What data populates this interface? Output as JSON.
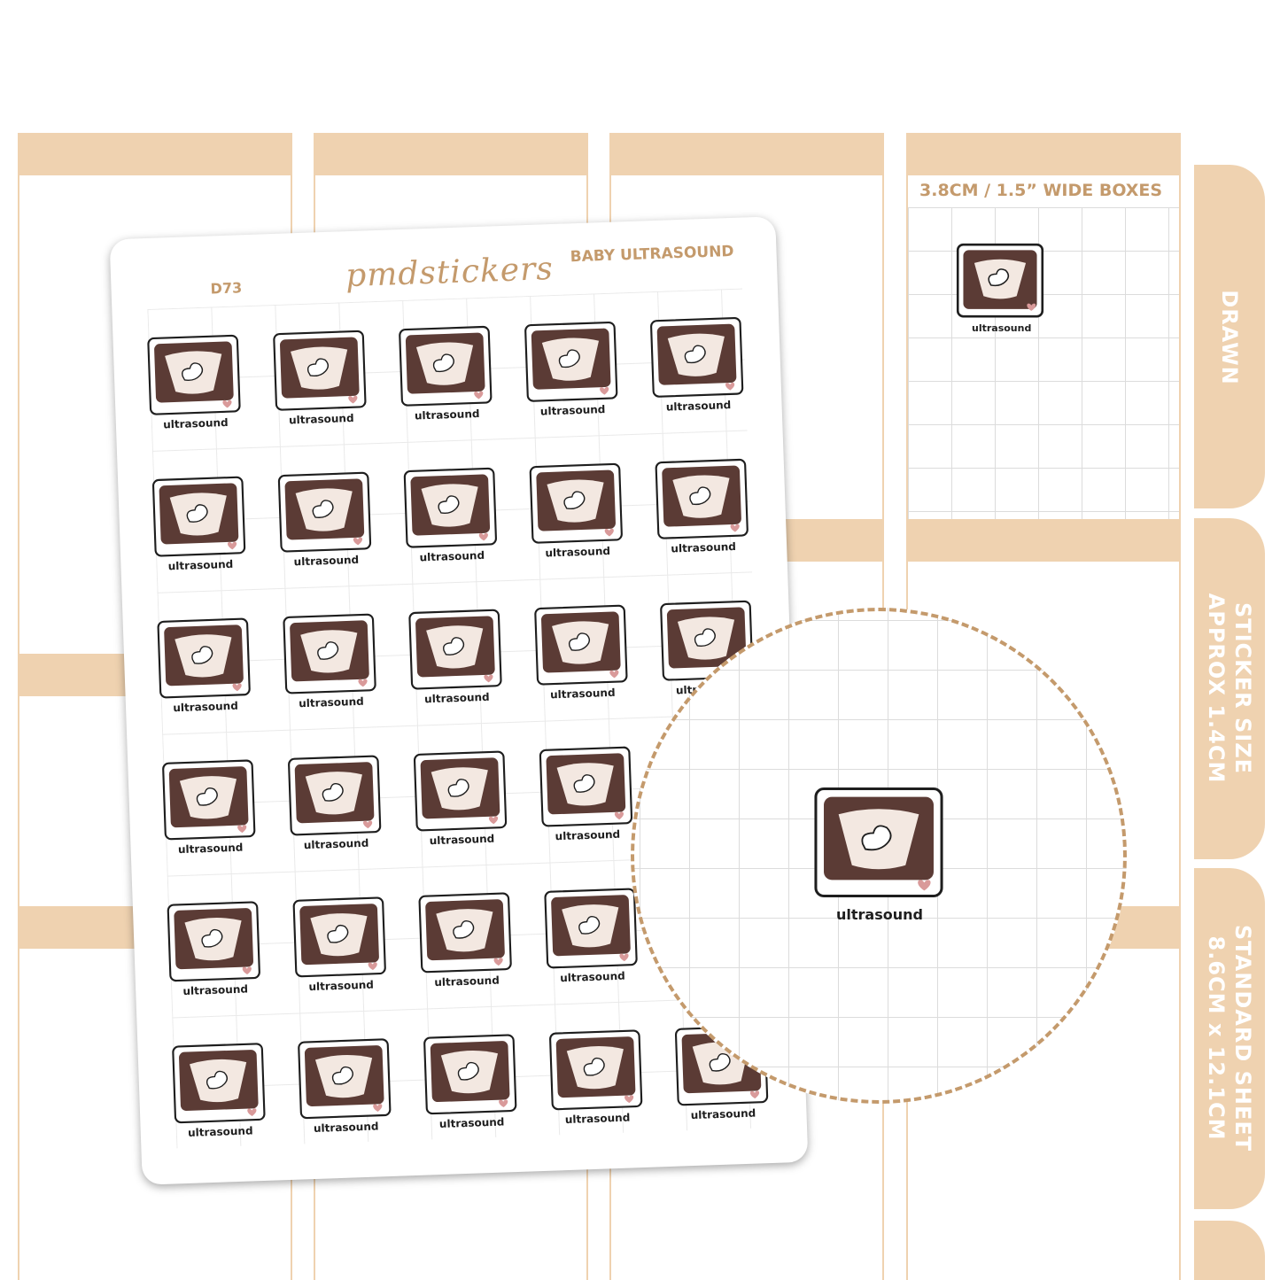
{
  "sheet": {
    "code": "D73",
    "brand": "pmdstickers",
    "title": "BABY ULTRASOUND"
  },
  "sticker_label": "ultrasound",
  "sticker_grid": {
    "rows": 6,
    "columns": 5
  },
  "planner": {
    "boxes_label": "3.8CM / 1.5” WIDE BOXES"
  },
  "tabs": [
    {
      "label": "DRAWN"
    },
    {
      "label": "STICKER SIZE\nAPPROX 1.4CM"
    },
    {
      "label": "STANDARD SHEET\n8.6CM x 12.1CM"
    }
  ],
  "colors": {
    "accent": "#efd2b0",
    "text_accent": "#c49a6c",
    "screen_dark": "#5b3b35",
    "screen_light": "#f3e8e1",
    "heart": "#d99a9a"
  },
  "icons": {
    "sticker": "ultrasound-icon",
    "heart": "heart-icon"
  }
}
